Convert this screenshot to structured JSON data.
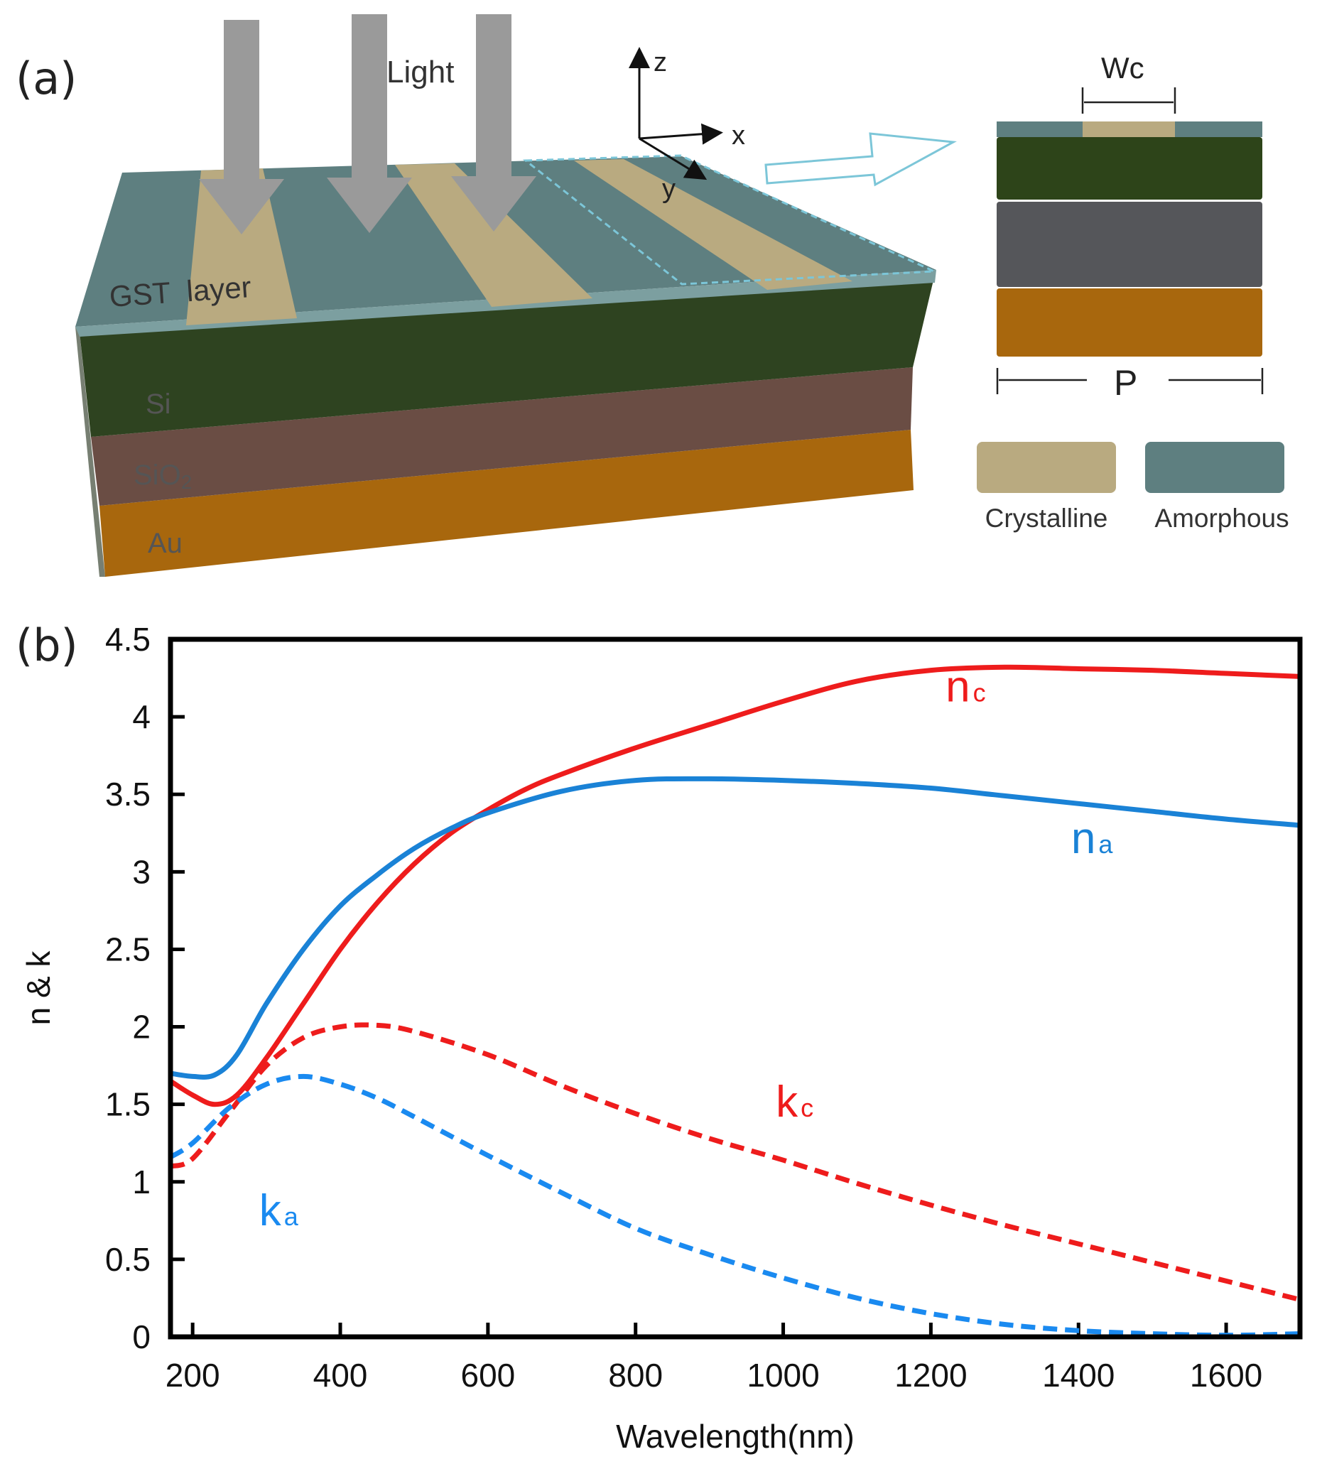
{
  "panel_a": {
    "label": "(a)",
    "light_label": "Light",
    "axes": {
      "z": "z",
      "x": "x",
      "y": "y"
    },
    "layer_labels": {
      "gst": "GST  layer",
      "si": "Si",
      "sio2_base": "SiO",
      "sio2_sub": "2",
      "au": "Au"
    },
    "cross_section": {
      "width_label": "Wc",
      "period_label": "P"
    },
    "legend": {
      "crystalline": "Crystalline",
      "amorphous": "Amorphous"
    },
    "colors": {
      "crystalline": "#b9aa80",
      "amorphous": "#5e7f80",
      "si": "#2d4419",
      "sio2": "#55565a",
      "au": "#a8670d",
      "light_arrow": "#9a9a9a",
      "guide": "#7cc6d8"
    }
  },
  "panel_b": {
    "label": "(b)",
    "chart_data": {
      "type": "line",
      "xlabel": "Wavelength(nm)",
      "ylabel": "n & k",
      "xlim": [
        170,
        1700
      ],
      "ylim": [
        0,
        4.5
      ],
      "xticks": [
        200,
        400,
        600,
        800,
        1000,
        1200,
        1400,
        1600
      ],
      "yticks": [
        0,
        0.5,
        1,
        1.5,
        2,
        2.5,
        3,
        3.5,
        4,
        4.5
      ],
      "series": [
        {
          "name": "n",
          "sub": "c",
          "color": "#ee1c1c",
          "dashed": false,
          "label_pos": [
            1220,
            4.1
          ],
          "x": [
            170,
            200,
            230,
            260,
            300,
            350,
            400,
            450,
            500,
            550,
            600,
            650,
            700,
            800,
            900,
            1000,
            1100,
            1200,
            1300,
            1400,
            1500,
            1600,
            1700
          ],
          "y": [
            1.65,
            1.56,
            1.5,
            1.56,
            1.8,
            2.15,
            2.5,
            2.8,
            3.05,
            3.25,
            3.4,
            3.53,
            3.63,
            3.8,
            3.95,
            4.1,
            4.23,
            4.3,
            4.32,
            4.31,
            4.3,
            4.28,
            4.26
          ]
        },
        {
          "name": "n",
          "sub": "a",
          "color": "#1a82d6",
          "dashed": false,
          "label_pos": [
            1390,
            3.12
          ],
          "x": [
            170,
            200,
            230,
            260,
            300,
            350,
            400,
            450,
            500,
            550,
            600,
            700,
            800,
            900,
            1000,
            1100,
            1200,
            1300,
            1400,
            1500,
            1600,
            1700
          ],
          "y": [
            1.7,
            1.68,
            1.69,
            1.82,
            2.15,
            2.5,
            2.78,
            2.98,
            3.15,
            3.28,
            3.38,
            3.52,
            3.59,
            3.6,
            3.59,
            3.57,
            3.54,
            3.49,
            3.44,
            3.39,
            3.34,
            3.3
          ]
        },
        {
          "name": "k",
          "sub": "c",
          "color": "#ee1c1c",
          "dashed": true,
          "label_pos": [
            990,
            1.42
          ],
          "x": [
            170,
            200,
            250,
            300,
            350,
            400,
            450,
            500,
            600,
            700,
            800,
            900,
            1000,
            1100,
            1200,
            1300,
            1400,
            1500,
            1600,
            1700
          ],
          "y": [
            1.1,
            1.15,
            1.45,
            1.75,
            1.93,
            2.0,
            2.01,
            1.97,
            1.82,
            1.62,
            1.44,
            1.28,
            1.14,
            0.99,
            0.85,
            0.72,
            0.6,
            0.48,
            0.36,
            0.24
          ]
        },
        {
          "name": "k",
          "sub": "a",
          "color": "#1a8af0",
          "dashed": true,
          "label_pos": [
            290,
            0.72
          ],
          "x": [
            170,
            200,
            250,
            300,
            350,
            400,
            450,
            500,
            600,
            700,
            800,
            900,
            1000,
            1100,
            1200,
            1300,
            1400,
            1500,
            1600,
            1700
          ],
          "y": [
            1.16,
            1.25,
            1.48,
            1.63,
            1.68,
            1.63,
            1.54,
            1.42,
            1.17,
            0.93,
            0.7,
            0.53,
            0.38,
            0.25,
            0.15,
            0.08,
            0.04,
            0.02,
            0.01,
            0.02
          ]
        }
      ]
    }
  }
}
